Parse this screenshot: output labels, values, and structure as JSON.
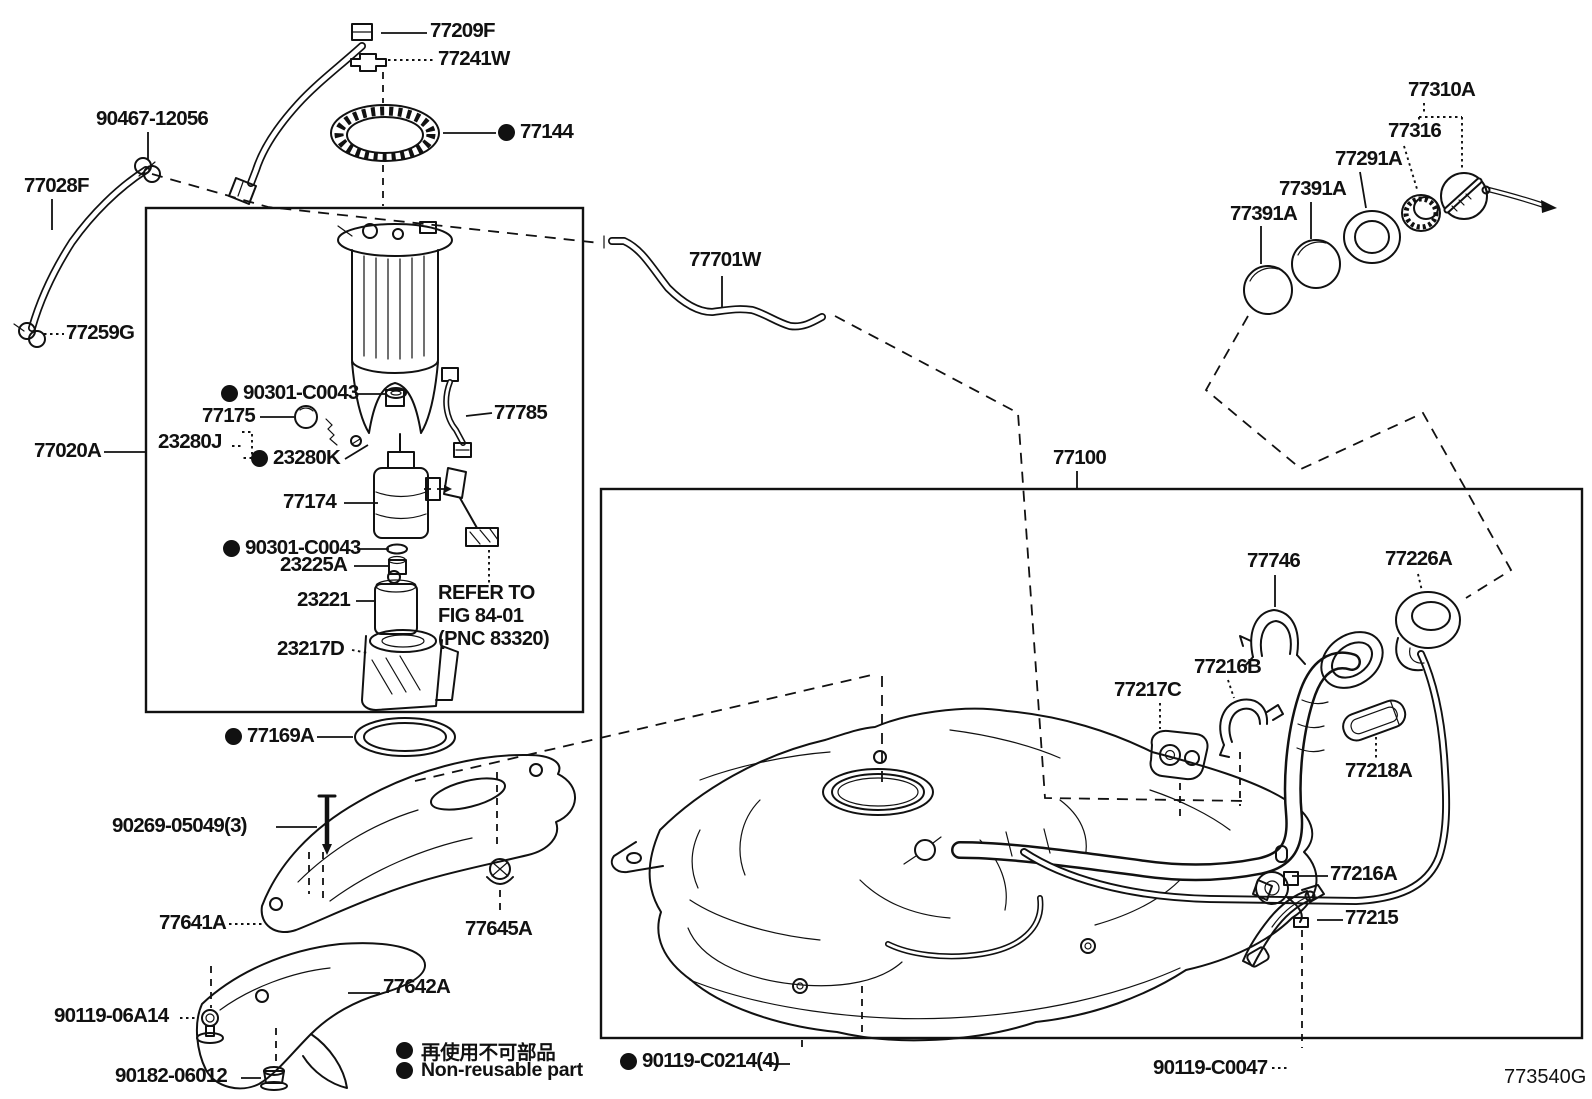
{
  "figure_code": "773540G",
  "legend": {
    "jp": "再使用不可部品",
    "en": "Non-reusable part"
  },
  "note": {
    "line1": "REFER TO",
    "line2": "FIG 84-01",
    "line3": "(PNC 83320)"
  },
  "icons": {
    "non_reusable_dot": "black-filled-circle"
  },
  "colors": {
    "line": "#111111",
    "background": "#ffffff"
  },
  "callouts": {
    "c77209F": "77209F",
    "c77241W": "77241W",
    "c90467_12056": "90467-12056",
    "c77028F": "77028F",
    "c77144": "77144",
    "c77259G": "77259G",
    "c77020A": "77020A",
    "c90301_C0043_a": "90301-C0043",
    "c77175": "77175",
    "c23280J": "23280J",
    "c23280K": "23280K",
    "c77174": "77174",
    "c77785": "77785",
    "c90301_C0043_b": "90301-C0043",
    "c23225A": "23225A",
    "c23221": "23221",
    "c23217D": "23217D",
    "c77169A": "77169A",
    "c90269_05049": "90269-05049(3)",
    "c77641A": "77641A",
    "c77645A": "77645A",
    "c77642A": "77642A",
    "c90119_06A14": "90119-06A14",
    "c90182_06012": "90182-06012",
    "c77701W": "77701W",
    "c77100": "77100",
    "c77310A": "77310A",
    "c77316": "77316",
    "c77291A": "77291A",
    "c77391A_a": "77391A",
    "c77391A_b": "77391A",
    "c77746": "77746",
    "c77226A": "77226A",
    "c77216B": "77216B",
    "c77217C": "77217C",
    "c77218A": "77218A",
    "c77216A": "77216A",
    "c77215": "77215",
    "c90119_C0214": "90119-C0214(4)",
    "c90119_C0047": "90119-C0047"
  }
}
